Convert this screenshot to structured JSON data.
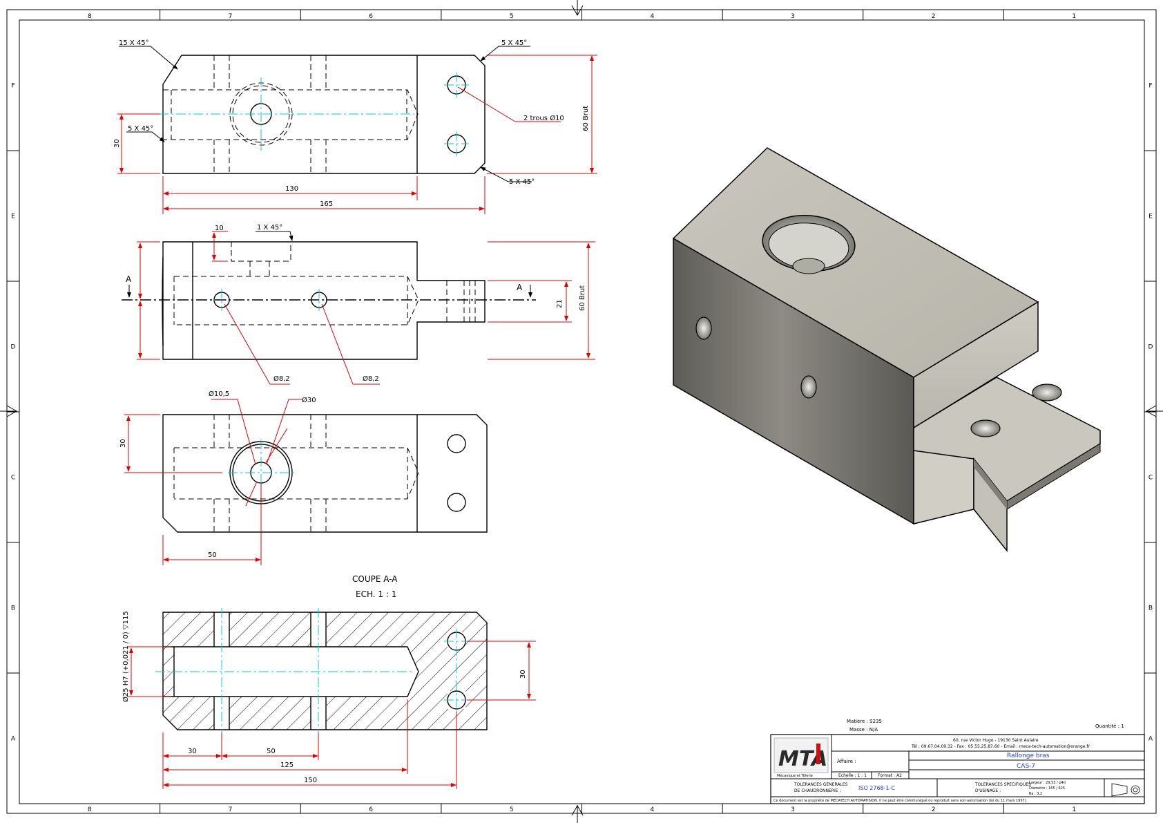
{
  "zones": {
    "columns": [
      "8",
      "7",
      "6",
      "5",
      "4",
      "3",
      "2",
      "1"
    ],
    "rows": [
      "F",
      "E",
      "D",
      "C",
      "B",
      "A"
    ]
  },
  "top_view": {
    "chamfer_top_left": "15 X 45°",
    "chamfer_top_right": "5 X 45°",
    "chamfer_left": "5 X 45°",
    "chamfer_bottom_right": "5 X 45°",
    "holes": "2 trous Ø10",
    "height": "60 Brut",
    "offset": "30",
    "length_a": "130",
    "length_b": "165"
  },
  "front_view": {
    "depth": "10",
    "chamfer": "1 X 45°",
    "section_mark": "A",
    "height": "60 Brut",
    "mid_dim": "21",
    "hole_left": "Ø8,2",
    "hole_right": "Ø8,2"
  },
  "bottom_view": {
    "counterbore_inner": "Ø10,5",
    "counterbore_outer": "Ø30",
    "offset_v": "30",
    "offset_h": "50"
  },
  "section": {
    "title": "COUPE A-A",
    "scale": "ECH. 1 : 1",
    "bore": "Ø25 H7 (+0,021 / 0) ▽115",
    "spacing": "30",
    "d30": "30",
    "d50": "50",
    "d125": "125",
    "d150": "150"
  },
  "title_block": {
    "material": "Matière : S235",
    "mass": "Masse : N/A",
    "quantity": "Quantité : 1",
    "address": "60, rue Victor Hugo - 19130 Saint Aulaire",
    "contact": "Tél : 09.67.04.09.32 - Fax : 05.55.25.87.60 - Email : meca-tech-automation@orange.fr",
    "affaire_label": "Affaire :",
    "part_name": "Rallonge bras",
    "part_code": "CAS-7",
    "echelle": "Echelle : 1 : 1",
    "format": "Format : A2",
    "tol_gen_1": "TOLERANCES GENERALES",
    "tol_gen_2": "DE CHAUDRONNERIE :",
    "iso": "ISO 2768-1-C",
    "tol_spec_1": "TOLERANCES SPECIFIQUES",
    "tol_spec_2": "D'USINAGE :",
    "dims_1": "Largeur : 29,53 / p40",
    "dims_2": "Diamètre : 165 / 625",
    "dims_3": "Ra : 3,2",
    "logo_text": "MTA",
    "logo_caption": "Mécanique et Tôlerie",
    "footer": "Ce document est la propriété de MECATECH AUTOMATISION. Il ne peut être communiqué ou reproduit sans son autorisation (loi du 11 mars 1957)."
  }
}
